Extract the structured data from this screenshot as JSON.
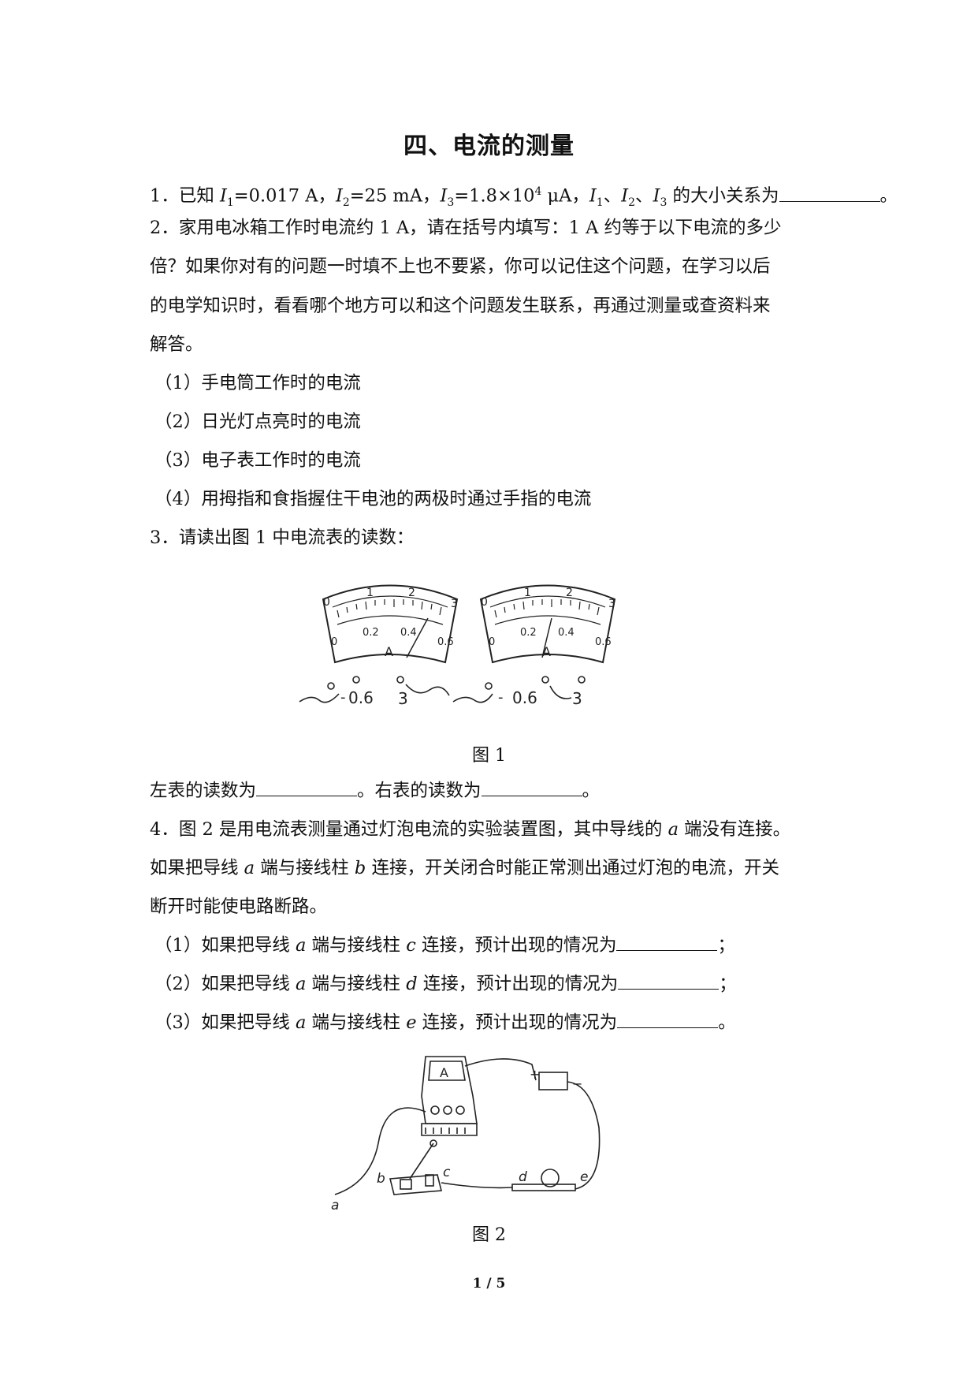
{
  "title": "四、电流的测量",
  "q1": {
    "num": "1．",
    "pre": "已知 ",
    "i1_sym": "I",
    "i1_sub": "1",
    "i1_val": "=0.017 A，",
    "i2_sym": "I",
    "i2_sub": "2",
    "i2_val": "=25 mA，",
    "i3_sym": "I",
    "i3_sub": "3",
    "i3_val": "=1.8×10",
    "i3_exp": "4",
    "i3_unit": " μA，",
    "list_i1": "I",
    "list_s1": "1",
    "sep1": "、",
    "list_i2": "I",
    "list_s2": "2",
    "sep2": "、",
    "list_i3": "I",
    "list_s3": "3",
    "post": " 的大小关系为",
    "end": "。"
  },
  "q2": {
    "line1": "2．家用电冰箱工作时电流约 1 A，请在括号内填写：1 A 约等于以下电流的多少",
    "line2": "倍？如果你对有的问题一时填不上也不要紧，你可以记住这个问题，在学习以后",
    "line3": "的电学知识时，看看哪个地方可以和这个问题发生联系，再通过测量或查资料来",
    "line4": "解答。",
    "items": [
      "（1）手电筒工作时的电流",
      "（2）日光灯点亮时的电流",
      "（3）电子表工作时的电流",
      "（4）用拇指和食指握住干电池的两极时通过手指的电流"
    ]
  },
  "q3": {
    "prompt": "3．请读出图 1 中电流表的读数：",
    "fig_caption": "图 1",
    "answer_left": "左表的读数为",
    "answer_mid": "。右表的读数为",
    "answer_end": "。",
    "meter": {
      "top_scale": [
        "0",
        "1",
        "2",
        "3"
      ],
      "bottom_scale": [
        "0",
        "0.2",
        "0.4",
        "0.6"
      ],
      "unit": "A",
      "terminal_minus": "-",
      "terminal_06": "0.6",
      "terminal_3": "3"
    }
  },
  "q4": {
    "line1_pre": "4．图 2 是用电流表测量通过灯泡电流的实验装置图，其中导线的 ",
    "line1_a": "a",
    "line1_post": " 端没有连接。",
    "line2_pre": "如果把导线 ",
    "line2_a": "a",
    "line2_mid": " 端与接线柱 ",
    "line2_b": "b",
    "line2_post": " 连接，开关闭合时能正常测出通过灯泡的电流，开关",
    "line3": "断开时能使电路断路。",
    "sub_items": [
      {
        "pre": "（1）如果把导线 ",
        "a": "a",
        "mid": " 端与接线柱 ",
        "t": "c",
        "post": " 连接，预计出现的情况为",
        "end": "；"
      },
      {
        "pre": "（2）如果把导线 ",
        "a": "a",
        "mid": " 端与接线柱 ",
        "t": "d",
        "post": " 连接，预计出现的情况为",
        "end": "；"
      },
      {
        "pre": "（3）如果把导线 ",
        "a": "a",
        "mid": " 端与接线柱 ",
        "t": "e",
        "post": " 连接，预计出现的情况为",
        "end": "。"
      }
    ],
    "fig_caption": "图 2",
    "labels": {
      "a": "a",
      "b": "b",
      "c": "c",
      "d": "d",
      "e": "e",
      "plus": "+",
      "minus": "−",
      "meter_unit": "A"
    }
  },
  "footer": "1 / 5"
}
